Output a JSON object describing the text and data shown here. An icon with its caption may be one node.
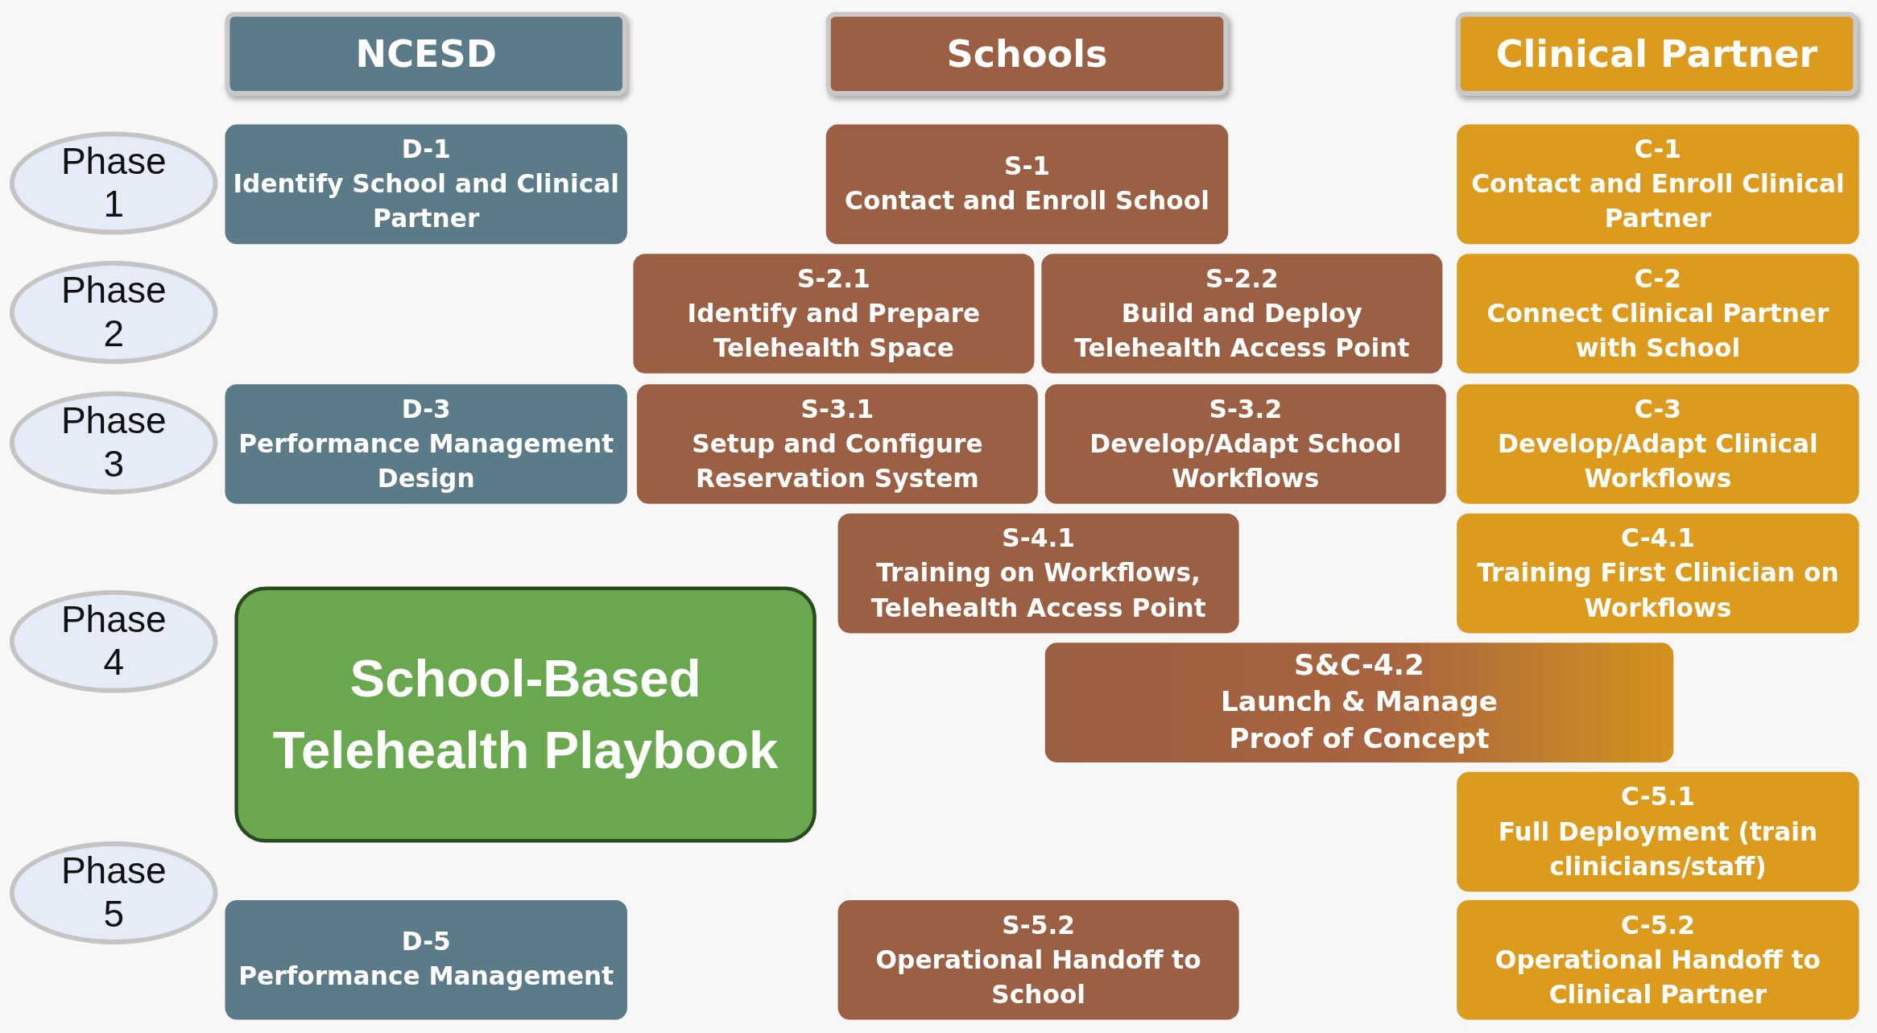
{
  "diagram": {
    "title": "School-Based Telehealth Playbook",
    "nodes": [
      {
        "text": [
          "NCESD"
        ]
      },
      {
        "text": [
          "Schools"
        ]
      },
      {
        "text": [
          "Clinical Partner"
        ]
      },
      {
        "text": [
          "Phase 1"
        ]
      },
      {
        "text": [
          "D-1",
          "Identify School and Clinical Partner"
        ]
      },
      {
        "text": [
          "S-1",
          "Contact and Enroll School"
        ]
      },
      {
        "text": [
          "C-1",
          "Contact and Enroll Clinical Partner"
        ]
      },
      {
        "text": [
          "Phase 2"
        ]
      },
      {
        "text": [
          "S-2.1",
          "Identify and Prepare Telehealth Space"
        ]
      },
      {
        "text": [
          "S-2.2",
          "Build and Deploy Telehealth Access Point"
        ]
      },
      {
        "text": [
          "C-2",
          "Connect Clinical Partner with School"
        ]
      },
      {
        "text": [
          "Phase 3"
        ]
      },
      {
        "text": [
          "D-3",
          "Performance Management Design"
        ]
      },
      {
        "text": [
          "S-3.1",
          "Setup and Configure Reservation System"
        ]
      },
      {
        "text": [
          "S-3.2",
          "Develop/Adapt School Workflows"
        ]
      },
      {
        "text": [
          "C-3",
          "Develop/Adapt Clinical Workflows"
        ]
      },
      {
        "text": [
          "S-4.1",
          "Training on Workflows, Telehealth Access Point"
        ]
      },
      {
        "text": [
          "C-4.1",
          "Training First Clinician on Workflows"
        ]
      },
      {
        "text": [
          "Phase 4"
        ]
      },
      {
        "text": [
          "S&C-4.2",
          "Launch & Manage Proof of Concept"
        ]
      },
      {
        "text": [
          "C-5.1",
          "Full Deployment (train clinicians/staff)"
        ]
      },
      {
        "text": [
          "Phase 5"
        ]
      },
      {
        "text": [
          "D-5",
          "Performance Management"
        ]
      },
      {
        "text": [
          "S-5.2",
          "Operational Handoff to School"
        ]
      },
      {
        "text": [
          "C-5.2",
          "Operational Handoff to Clinical Partner"
        ]
      }
    ],
    "edges": []
  }
}
